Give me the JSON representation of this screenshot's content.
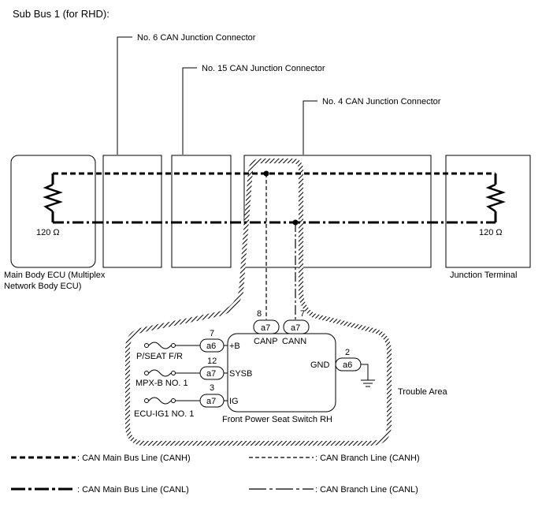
{
  "title": "Sub Bus 1 (for RHD):",
  "connectors": {
    "no6": "No. 6 CAN Junction Connector",
    "no15": "No. 15 CAN Junction Connector",
    "no4": "No. 4 CAN Junction Connector"
  },
  "ecus": {
    "main_body_line1": "Main Body ECU (Multiplex",
    "main_body_line2": "Network Body ECU)",
    "junction_terminal": "Junction Terminal",
    "resistor_left": "120 Ω",
    "resistor_right": "120 Ω"
  },
  "seat_switch": {
    "name": "Front Power Seat Switch RH",
    "canp_label": "CANP",
    "cann_label": "CANN",
    "canp_connector": "a7",
    "canp_pin": "8",
    "cann_connector": "a7",
    "cann_pin": "7",
    "b_label": "+B",
    "b_connector": "a6",
    "b_pin": "7",
    "b_fuse": "P/SEAT F/R",
    "sysb_label": "SYSB",
    "sysb_connector": "a7",
    "sysb_pin": "12",
    "sysb_fuse": "MPX-B NO. 1",
    "ig_label": "IG",
    "ig_connector": "a7",
    "ig_pin": "3",
    "ig_fuse": "ECU-IG1 NO. 1",
    "gnd_label": "GND",
    "gnd_connector": "a6",
    "gnd_pin": "2"
  },
  "trouble_area": "Trouble Area",
  "legend": {
    "main_canh": ": CAN Main Bus Line (CANH)",
    "branch_canh": ": CAN Branch Line (CANH)",
    "main_canl": ": CAN Main Bus Line (CANL)",
    "branch_canl": ": CAN Branch Line (CANL)"
  }
}
